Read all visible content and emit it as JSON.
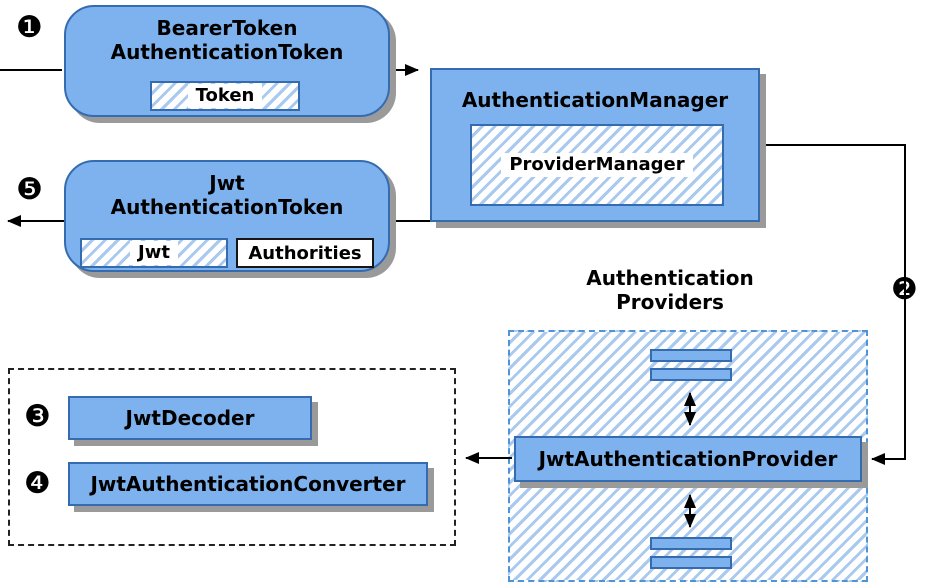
{
  "diagram": {
    "badges": {
      "step1": "❶",
      "step2": "❷",
      "step3": "❸",
      "step4": "❹",
      "step5": "❺"
    },
    "bearer_token": {
      "line1": "BearerToken",
      "line2": "AuthenticationToken",
      "token_label": "Token"
    },
    "authentication_manager": {
      "title": "AuthenticationManager",
      "inner_label": "ProviderManager"
    },
    "jwt_authentication_token": {
      "line1": "Jwt",
      "line2": "AuthenticationToken",
      "jwt_label": "Jwt",
      "authorities_label": "Authorities"
    },
    "authentication_providers": {
      "label_line1": "Authentication",
      "label_line2": "Providers",
      "provider_label": "JwtAuthenticationProvider"
    },
    "converters": {
      "decoder_label": "JwtDecoder",
      "converter_label": "JwtAuthenticationConverter"
    }
  },
  "colors": {
    "box_fill": "#7db2ef",
    "box_border": "#356cb0",
    "hatch_stripe": "#a9c9ef",
    "shadow": "#9a9a9a",
    "dashed_blue": "#4f93d8",
    "line": "#000000"
  }
}
